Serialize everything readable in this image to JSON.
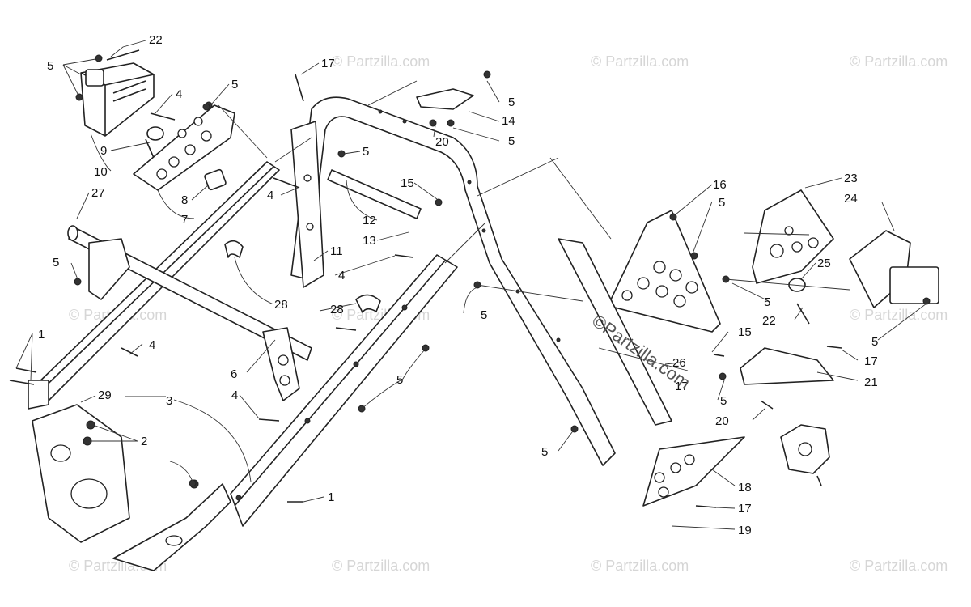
{
  "watermark": {
    "text": "© Partzilla.com",
    "center_text": "©Partzilla.com"
  },
  "callouts": {
    "c1": "22",
    "c2": "5",
    "c3": "4",
    "c4": "5",
    "c5": "9",
    "c6": "10",
    "c7": "27",
    "c8": "8",
    "c9": "7",
    "c10": "17",
    "c11": "5",
    "c12": "14",
    "c13": "20",
    "c14": "5",
    "c15": "5",
    "c16": "4",
    "c17": "15",
    "c18": "12",
    "c19": "13",
    "c20": "11",
    "c21": "5",
    "c22": "4",
    "c23": "28",
    "c24": "28",
    "c25": "16",
    "c26": "5",
    "c27": "5",
    "c28": "23",
    "c29": "24",
    "c30": "25",
    "c31": "5",
    "c32": "22",
    "c33": "15",
    "c34": "26",
    "c35": "17",
    "c36": "17",
    "c37": "21",
    "c38": "5",
    "c39": "20",
    "c40": "5",
    "c41": "1",
    "c42": "4",
    "c43": "6",
    "c44": "5",
    "c45": "29",
    "c46": "3",
    "c47": "4",
    "c48": "2",
    "c49": "1",
    "c50": "5",
    "c51": "18",
    "c52": "17",
    "c53": "19"
  },
  "colors": {
    "line": "#222222",
    "watermark": "#d6d6d6",
    "background": "#ffffff"
  }
}
